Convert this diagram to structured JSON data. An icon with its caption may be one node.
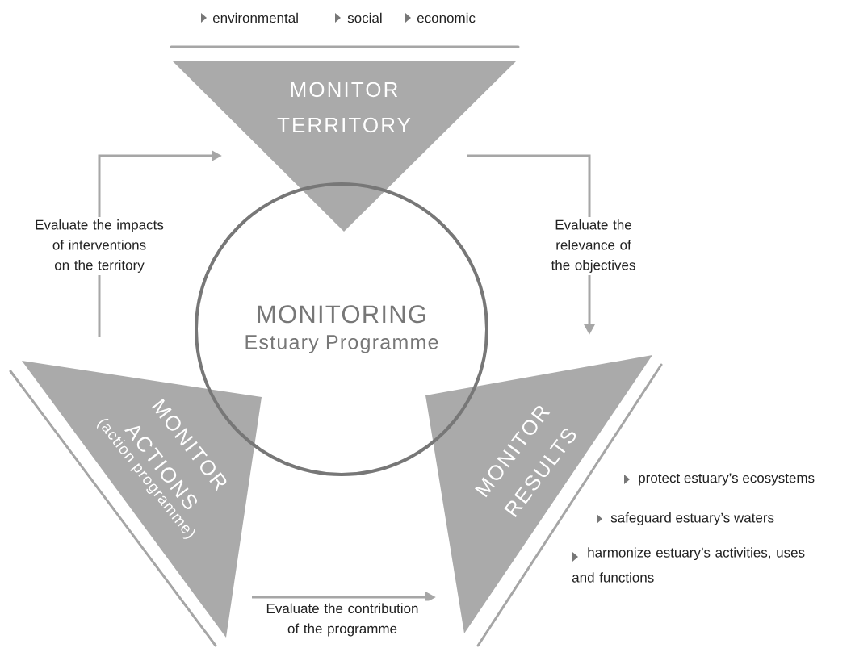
{
  "diagram": {
    "nodes": [
      {
        "text": [
          "MONITORING",
          "Estuary Programme"
        ]
      },
      {
        "text": [
          "MONITOR TERRITORY"
        ],
        "beside": [
          "environmental",
          "social",
          "economic"
        ]
      },
      {
        "text": [
          "MONITOR ACTIONS",
          "(action programme)"
        ]
      },
      {
        "text": [
          "MONITOR RESULTS"
        ],
        "beside": [
          "protect estuary’s ecosystems",
          "safeguard estuary’s waters",
          "harmonize estuary’s activities, uses and functions"
        ]
      }
    ],
    "edges": [
      {
        "from": 2,
        "to": 1,
        "arrow": "to",
        "label": "Evaluate the impacts of interventions on the territory"
      },
      {
        "from": 1,
        "to": 3,
        "arrow": "to",
        "label": "Evaluate the relevance of the objectives"
      },
      {
        "from": 2,
        "to": 3,
        "arrow": "to",
        "label": "Evaluate the contribution of the programme"
      }
    ]
  }
}
